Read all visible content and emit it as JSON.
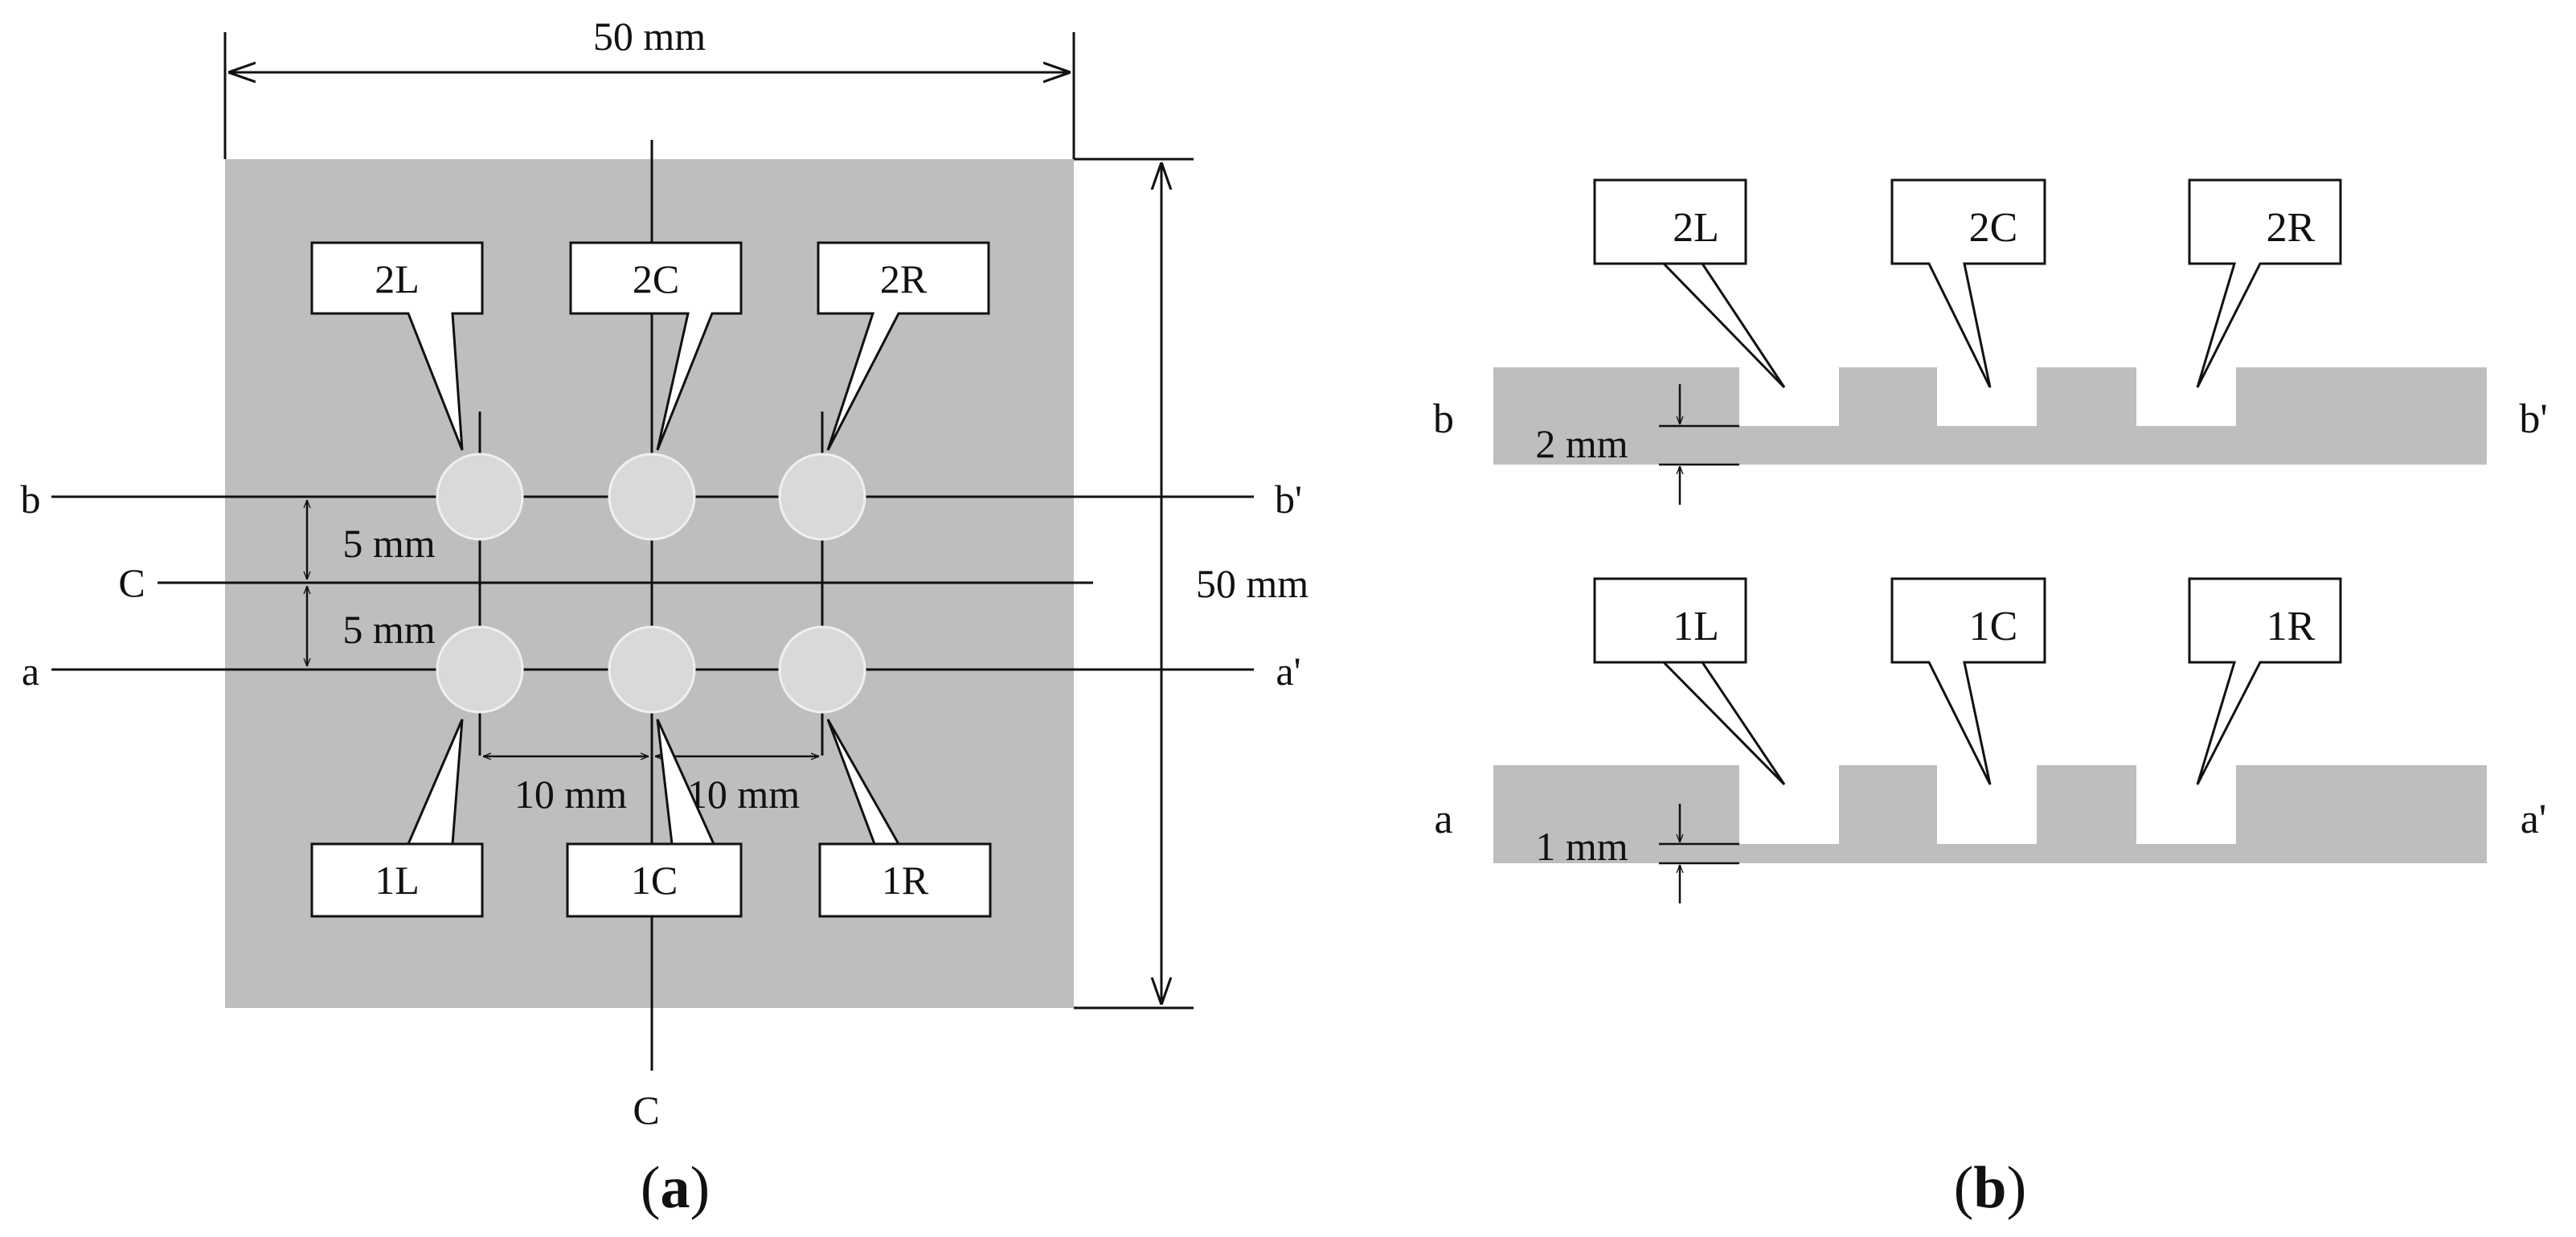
{
  "panel_a": {
    "caption_open": "(",
    "caption_letter": "a",
    "caption_close": ")",
    "dim_width": "50  mm",
    "dim_height": "50 mm",
    "dim_5mm_upper": "5 mm",
    "dim_5mm_lower": "5 mm",
    "dim_10mm_left": "10 mm",
    "dim_10mm_right": "10 mm",
    "line_b": "b",
    "line_b_prime": "b'",
    "line_a": "a",
    "line_a_prime": "a'",
    "line_c_left": "C",
    "line_c_bottom": "C",
    "callouts_top": [
      "2L",
      "2C",
      "2R"
    ],
    "callouts_bottom": [
      "1L",
      "1C",
      "1R"
    ]
  },
  "panel_b": {
    "caption_open": "(",
    "caption_letter": "b",
    "caption_close": ")",
    "section_b_left": "b",
    "section_b_right": "b'",
    "section_a_left": "a",
    "section_a_right": "a'",
    "depth_upper": "2 mm",
    "depth_lower": "1 mm",
    "callouts_top": [
      "2L",
      "2C",
      "2R"
    ],
    "callouts_bottom": [
      "1L",
      "1C",
      "1R"
    ]
  },
  "colors": {
    "plate_fill": "#bebebe",
    "hole_fill": "#d9d9d9",
    "line": "#111111",
    "background": "#ffffff"
  }
}
